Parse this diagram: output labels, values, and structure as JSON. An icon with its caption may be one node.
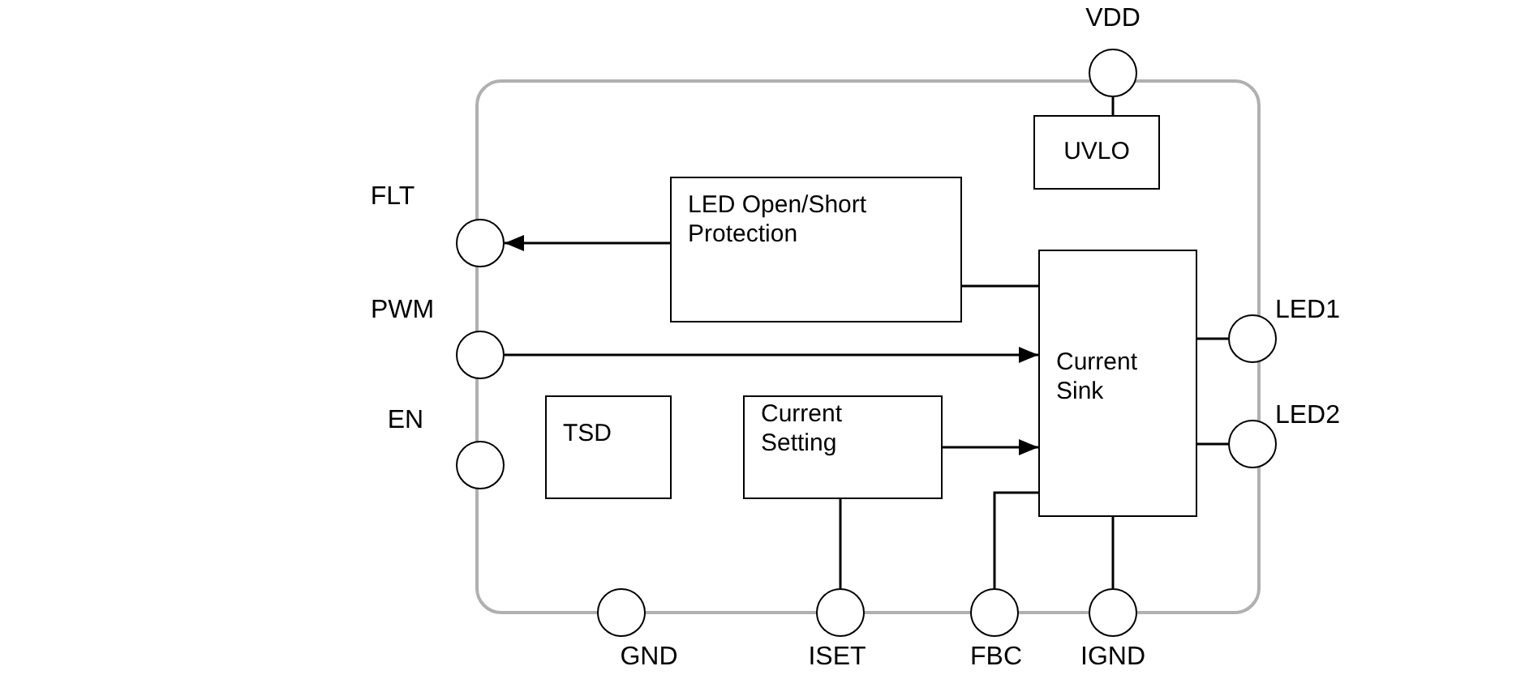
{
  "diagram": {
    "nodes": [
      {
        "text": [],
        "shape": "box"
      },
      {
        "text": [
          "VDD"
        ]
      },
      {
        "text": [
          "UVLO"
        ],
        "in": 0
      },
      {
        "text": [
          "FLT"
        ]
      },
      {
        "text": [
          "LED Open/Short Protection"
        ],
        "in": 0
      },
      {
        "text": [
          "PWM"
        ]
      },
      {
        "text": [
          "Current Sink"
        ],
        "in": 0
      },
      {
        "text": [
          "LED1"
        ]
      },
      {
        "text": [
          "EN"
        ]
      },
      {
        "text": [
          "TSD"
        ],
        "in": 0
      },
      {
        "text": [
          "Current Setting"
        ],
        "in": 0
      },
      {
        "text": [
          "LED2"
        ]
      },
      {
        "text": [
          "GND"
        ]
      },
      {
        "text": [
          "ISET"
        ]
      },
      {
        "text": [
          "FBC"
        ]
      },
      {
        "text": [
          "IGND"
        ]
      }
    ],
    "edges": [
      {
        "from": 1,
        "to": 2,
        "arrow": "none"
      },
      {
        "from": 4,
        "to": 3,
        "arrow": "to"
      },
      {
        "from": 4,
        "to": 6,
        "arrow": "none"
      },
      {
        "from": 5,
        "to": 6,
        "arrow": "to"
      },
      {
        "from": 10,
        "to": 6,
        "arrow": "to"
      },
      {
        "from": 6,
        "to": 7,
        "arrow": "none"
      },
      {
        "from": 6,
        "to": 11,
        "arrow": "none"
      },
      {
        "from": 10,
        "to": 13,
        "arrow": "none"
      },
      {
        "from": 14,
        "to": 6,
        "arrow": "none"
      },
      {
        "from": 15,
        "to": 6,
        "arrow": "none"
      }
    ]
  }
}
